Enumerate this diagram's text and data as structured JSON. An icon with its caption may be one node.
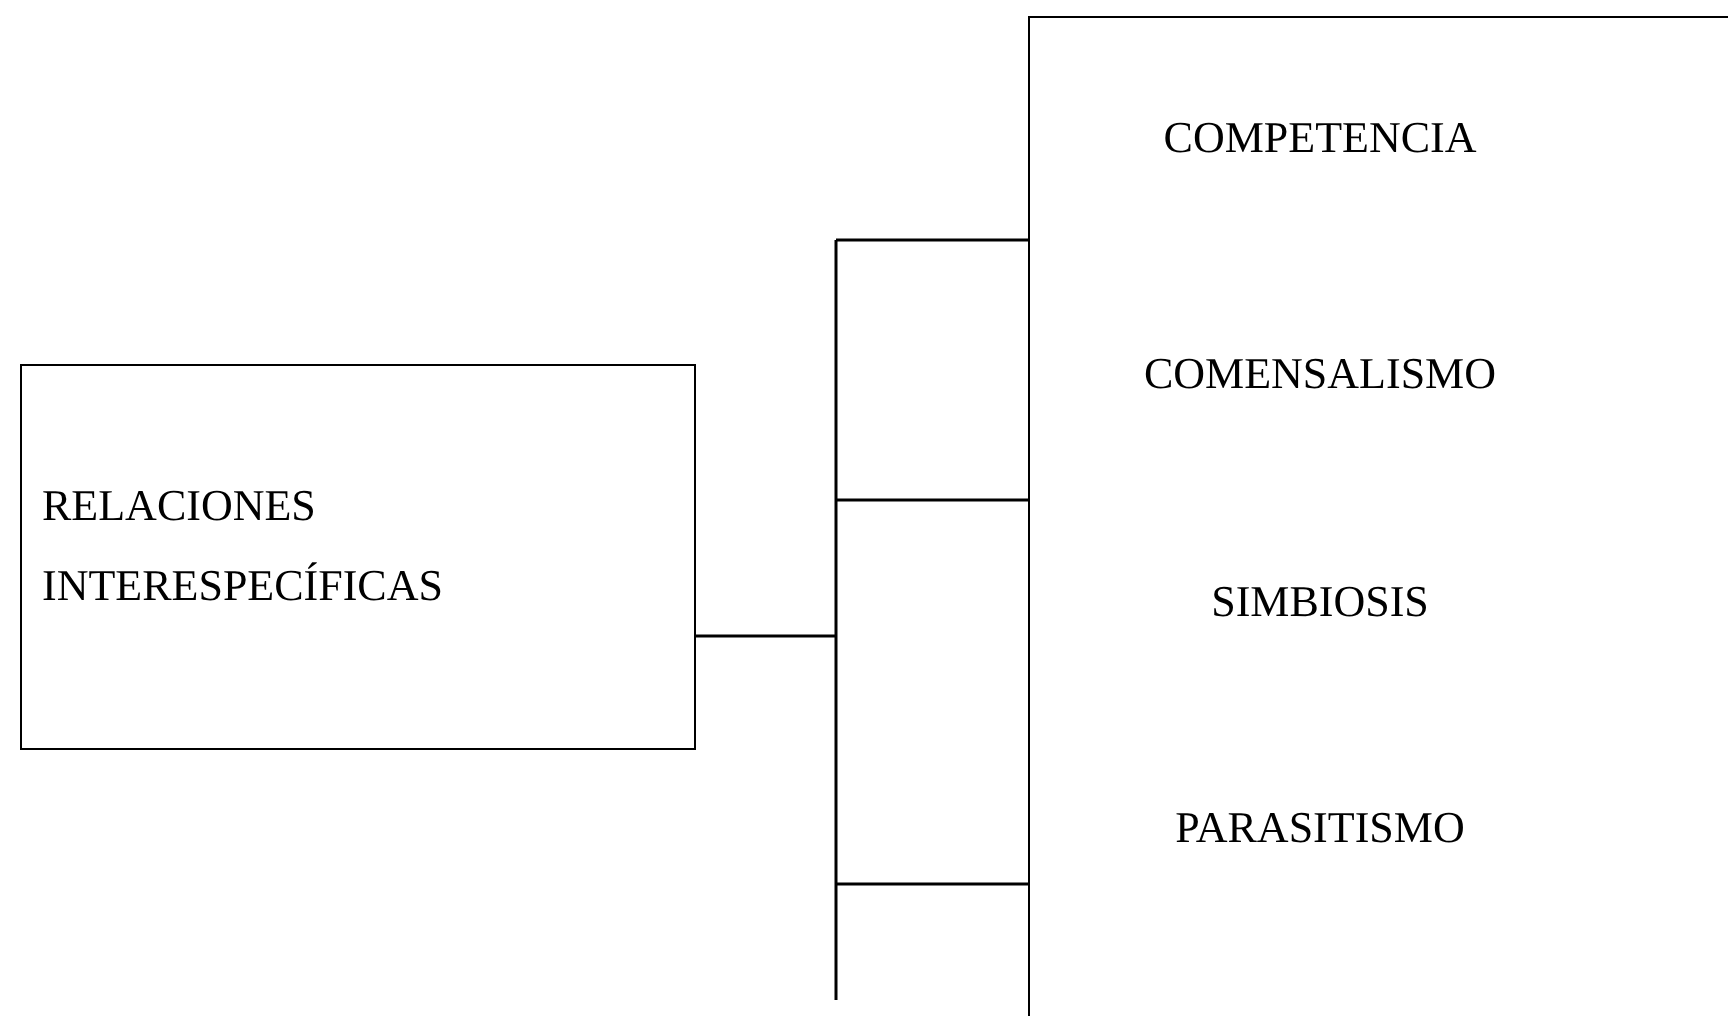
{
  "diagram": {
    "nodes": [
      {
        "text": [
          "RELACIONES INTERESPECÍFICAS"
        ]
      },
      {
        "text": [],
        "shape": "box"
      },
      {
        "text": [
          "COMPETENCIA"
        ],
        "in": 1
      },
      {
        "text": [
          "COMENSALISMO"
        ],
        "in": 1
      },
      {
        "text": [
          "SIMBIOSIS"
        ],
        "in": 1
      },
      {
        "text": [
          "PARASITISMO"
        ],
        "in": 1
      }
    ],
    "edges": [
      {
        "from": 0,
        "to": 1,
        "arrow": "none"
      }
    ]
  }
}
